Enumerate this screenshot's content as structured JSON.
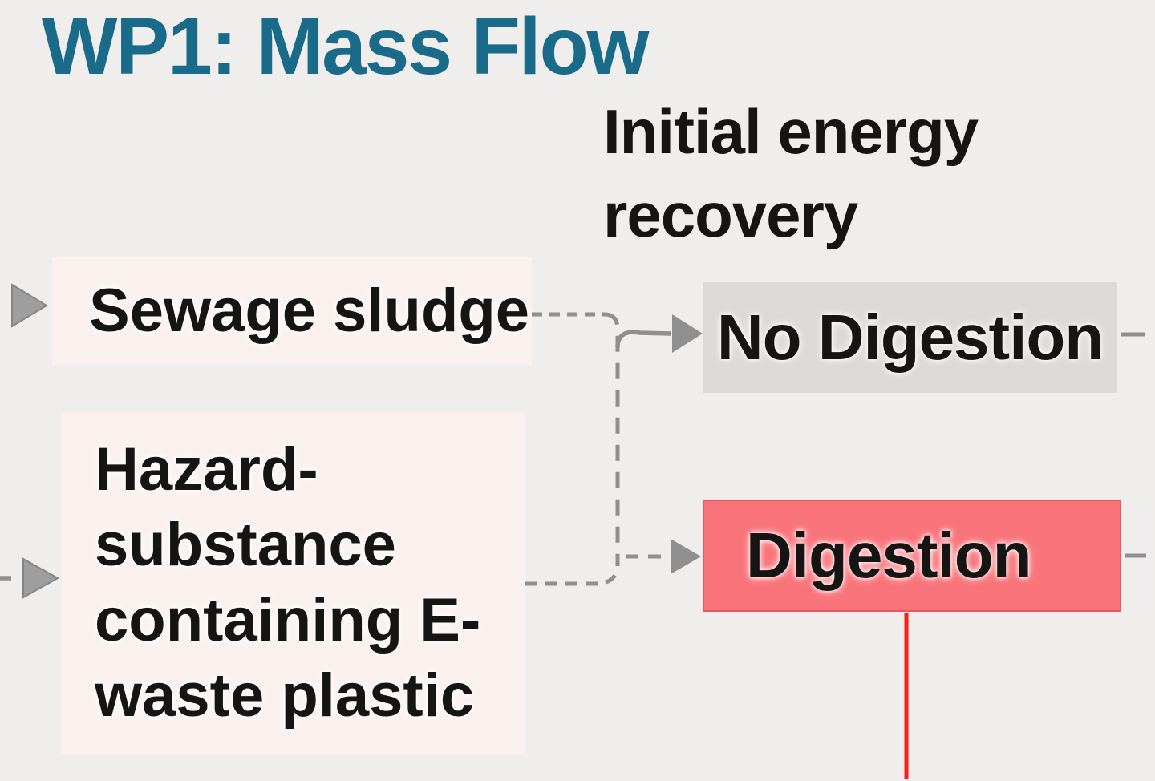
{
  "title": "WP1: Mass Flow",
  "column_header": "Initial energy\nrecovery",
  "nodes": {
    "sewage": {
      "label": "Sewage sludge"
    },
    "hazard": {
      "label": "Hazard-\nsubstance\ncontaining E-\nwaste plastic"
    },
    "no_digestion": {
      "label": "No Digestion"
    },
    "digestion": {
      "label": "Digestion"
    }
  },
  "icons": {
    "left_inflow_arrows": "right-pointing-triangle-icon",
    "connector_arrowheads": "right-pointing-arrowhead-icon"
  },
  "colors": {
    "background": "#efeeec",
    "title": "#1a6b89",
    "text": "#171513",
    "source_box": "#faf1ef",
    "no_digestion_box": "#dcdad6",
    "digestion_box": "#f8737a",
    "digestion_border": "#f0545c",
    "connector": "#8f8f8f",
    "red_line": "#fb1d15"
  }
}
